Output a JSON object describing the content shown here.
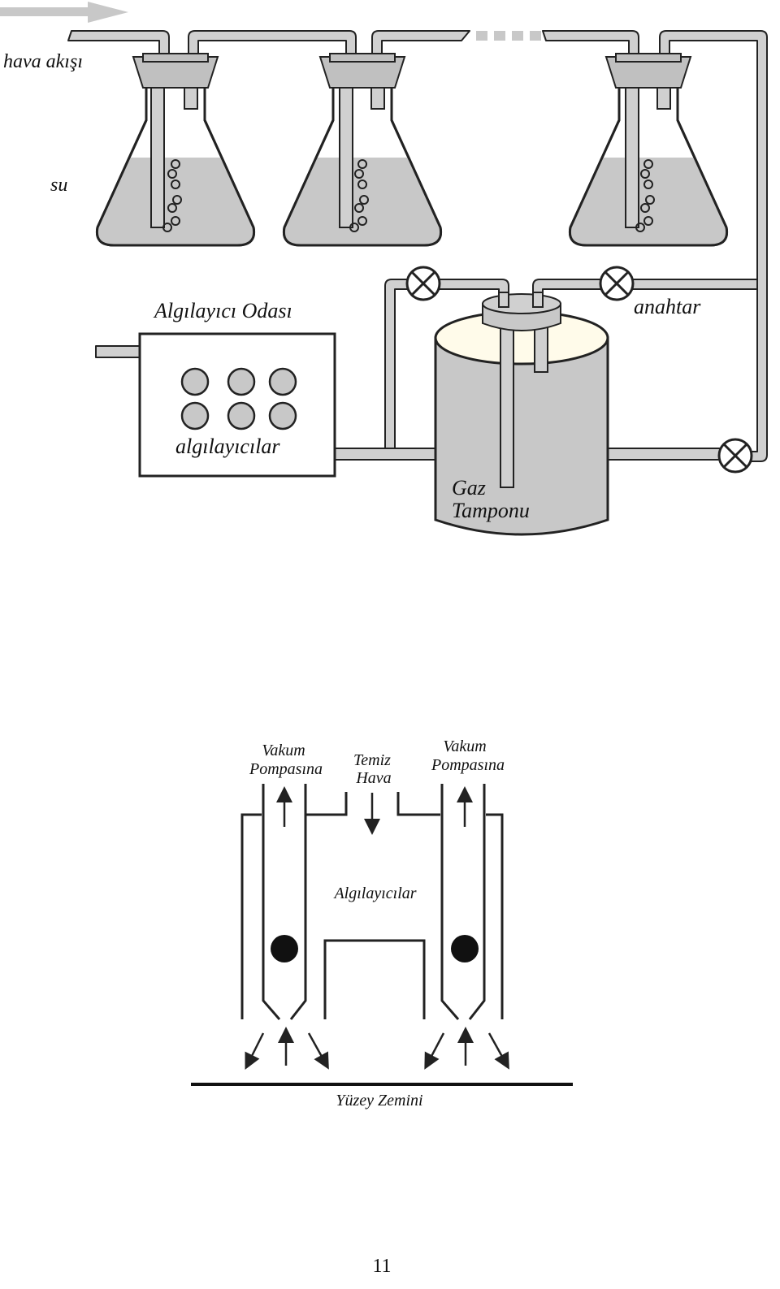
{
  "top_diagram": {
    "air_flow_label": "hava akışı",
    "water_label": "su",
    "sensor_chamber_label": "Algılayıcı Odası",
    "sensors_label": "algılayıcılar",
    "switch_label": "anahtar",
    "gas_buffer_label_line1": "Gaz",
    "gas_buffer_label_line2": "Tamponu"
  },
  "bottom_diagram": {
    "vacuum_left_line1": "Vakum",
    "vacuum_left_line2": "Pompasına",
    "clean_air_line1": "Temiz",
    "clean_air_line2": "Hava",
    "vacuum_right_line1": "Vakum",
    "vacuum_right_line2": "Pompasına",
    "sensors_label": "Algılayıcılar",
    "ground_label": "Yüzey Zemini"
  },
  "page_number": "11",
  "colors": {
    "tube_fill": "#d0d0d0",
    "liquid": "#c8c8c8",
    "outline": "#222222",
    "arrow_gray": "#c8c8c8",
    "cylinder_top": "#fffbea"
  }
}
